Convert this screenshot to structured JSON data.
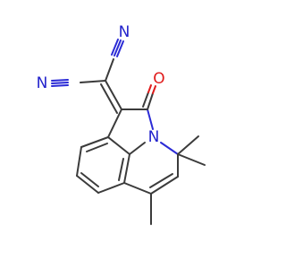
{
  "molecule": {
    "atoms": {
      "n_top": "N",
      "n_left": "N",
      "o_carbonyl": "O",
      "n_ring": "N"
    }
  },
  "colors": {
    "bond": "#3b3b3b",
    "nitrogen": "#2222cc",
    "oxygen": "#e01b1b"
  }
}
